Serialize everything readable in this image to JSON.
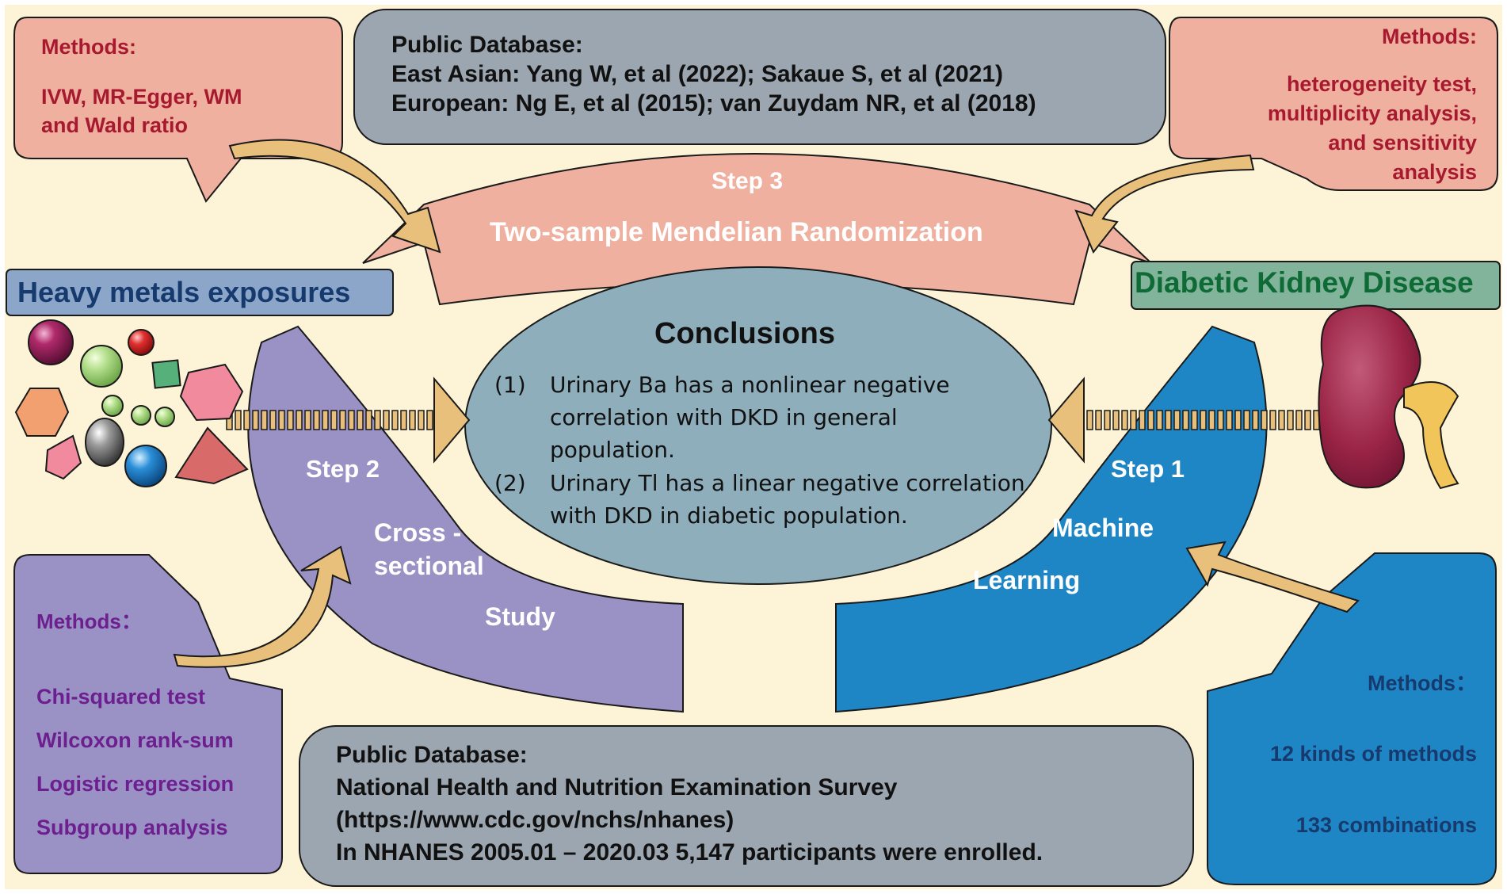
{
  "top_left_methods": {
    "heading": "Methods:",
    "lines": [
      "IVW, MR-Egger, WM",
      "and Wald ratio"
    ]
  },
  "top_public_database": {
    "heading": "Public Database:",
    "lines": [
      "East Asian: Yang W, et al (2022); Sakaue S, et al (2021)",
      "European: Ng E, et al (2015); van Zuydam NR, et al (2018)"
    ]
  },
  "top_right_methods": {
    "heading": "Methods:",
    "lines": [
      "heterogeneity test,",
      "multiplicity analysis,",
      "and sensitivity",
      "analysis"
    ]
  },
  "step3": {
    "label": "Step 3",
    "title": "Two-sample Mendelian Randomization"
  },
  "heavy_metals_label": "Heavy metals exposures",
  "dkd_label": "Diabetic Kidney Disease",
  "conclusions": {
    "heading": "Conclusions",
    "items": [
      {
        "num": "(1)",
        "lines": [
          "Urinary Ba has a nonlinear negative",
          "correlation with DKD in general",
          "population."
        ]
      },
      {
        "num": "(2)",
        "lines": [
          "Urinary Tl has a linear negative correlation",
          "with DKD in diabetic population."
        ]
      }
    ]
  },
  "step2": {
    "label": "Step 2",
    "line1": "Cross -",
    "line2": "sectional",
    "line3": "Study"
  },
  "step1": {
    "label": "Step 1",
    "line1": "Machine",
    "line2": "Learning"
  },
  "bottom_left_methods": {
    "heading": "Methods：",
    "lines": [
      "Chi-squared test",
      "Wilcoxon rank-sum",
      "Logistic regression",
      "Subgroup analysis"
    ]
  },
  "bottom_public_database": {
    "heading": "Public Database:",
    "lines": [
      "National Health and Nutrition Examination Survey",
      "(https://www.cdc.gov/nchs/nhanes)",
      "In NHANES 2005.01 – 2020.03 5,147 participants were enrolled."
    ]
  },
  "bottom_right_methods": {
    "heading": "Methods：",
    "lines": [
      "12 kinds of methods",
      "133 combinations"
    ]
  },
  "colors": {
    "background": "#fdf3d6",
    "salmon_box": "#f0b0a0",
    "grey_box": "#9ba6b0",
    "purple": "#9a91c5",
    "blue": "#1f86c6",
    "ellipse": "#8eaebb",
    "heavy_label_bg": "#8ca6c9",
    "dkd_label_bg": "#82b49b",
    "curved_arrow": "#e8c07c"
  }
}
